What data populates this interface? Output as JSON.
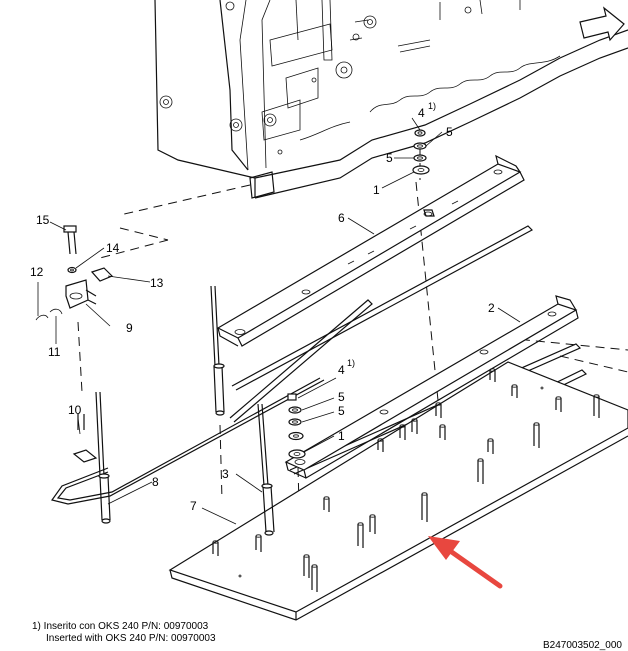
{
  "callouts": {
    "c1a": "1",
    "c1b": "1",
    "c2": "2",
    "c3": "3",
    "c4a": "4",
    "c4b": "4",
    "c5a": "5",
    "c5b": "5",
    "c5c": "5",
    "c5d": "5",
    "c6": "6",
    "c7": "7",
    "c8": "8",
    "c9": "9",
    "c10": "10",
    "c11": "11",
    "c12": "12",
    "c13": "13",
    "c14": "14",
    "c15": "15",
    "note_mark": "1)"
  },
  "footnote": {
    "line1": "1) Inserito con OKS 240 P/N: 00970003",
    "line2": "Inserted with OKS 240 P/N: 00970003"
  },
  "drawing_id": "B247003502_000",
  "colors": {
    "line": "#111111",
    "arrow": "#e8473f",
    "background": "#ffffff"
  }
}
